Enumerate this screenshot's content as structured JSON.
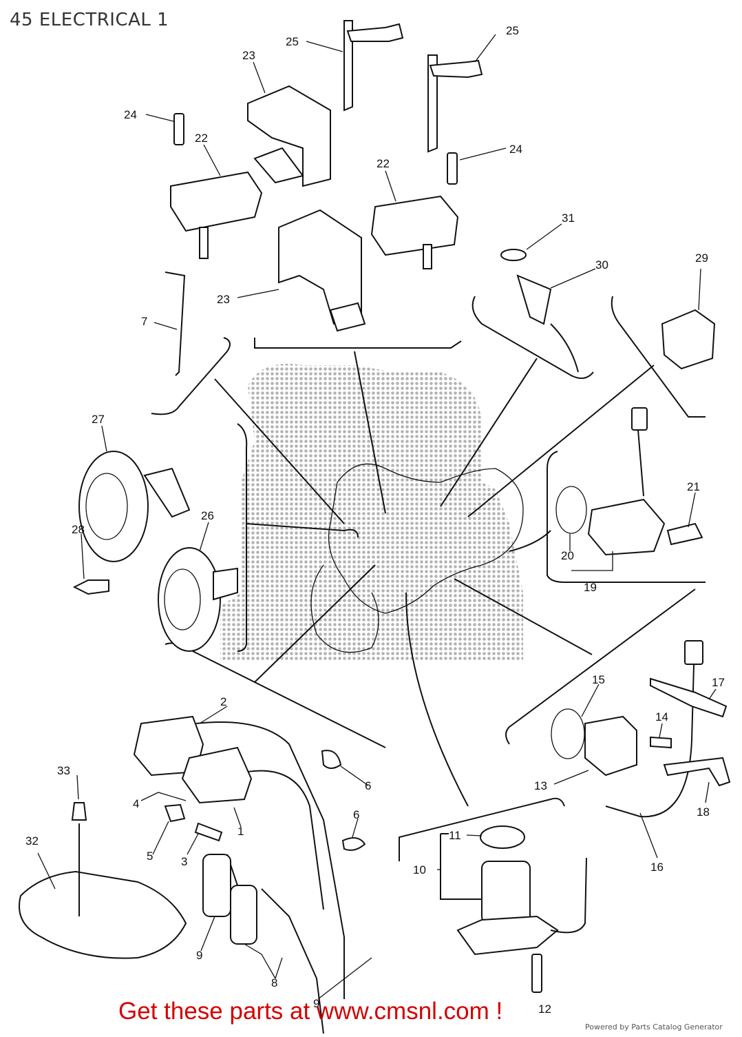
{
  "header": {
    "title": "45 ELECTRICAL 1"
  },
  "footer": {
    "cta_text": "Get these parts at www.cmsnl.com !",
    "powered_by": "Powered by Parts Catalog Generator"
  },
  "diagram": {
    "callouts": [
      "1",
      "2",
      "3",
      "4",
      "5",
      "6",
      "6",
      "7",
      "8",
      "9",
      "9",
      "10",
      "11",
      "12",
      "13",
      "14",
      "15",
      "16",
      "17",
      "18",
      "19",
      "20",
      "21",
      "22",
      "22",
      "23",
      "23",
      "24",
      "24",
      "25",
      "25",
      "26",
      "27",
      "28",
      "29",
      "30",
      "31",
      "32",
      "33"
    ]
  },
  "colors": {
    "cta": "#d40000",
    "ink": "#111111",
    "watermark": "#9a9a9a"
  }
}
